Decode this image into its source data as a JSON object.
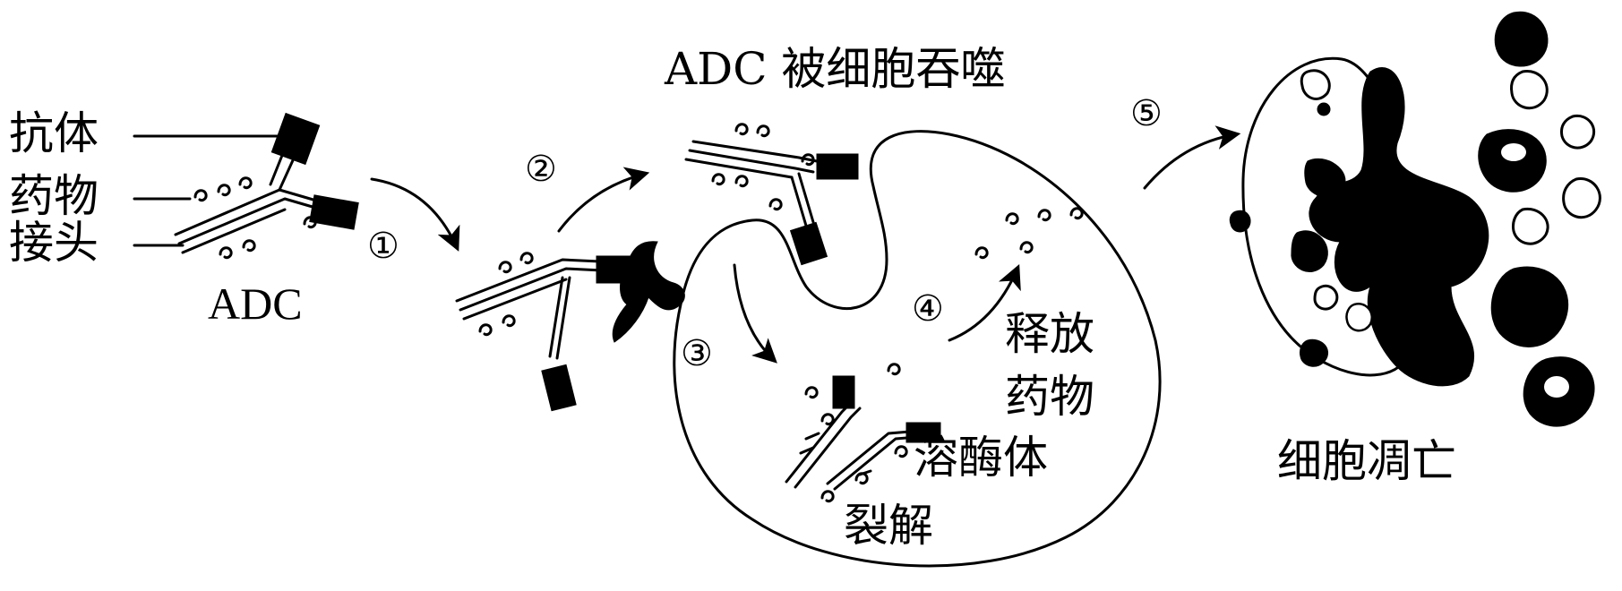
{
  "labels": {
    "antibody": "抗体",
    "drug": "药物",
    "linker": "接头",
    "adc": "ADC",
    "engulfed": "ADC 被细胞吞噬",
    "release_1": "释放",
    "release_2": "药物",
    "lysosome": "溶酶体",
    "cleave": "裂解",
    "apoptosis": "细胞凋亡"
  },
  "steps": [
    "①",
    "②",
    "③",
    "④",
    "⑤"
  ]
}
